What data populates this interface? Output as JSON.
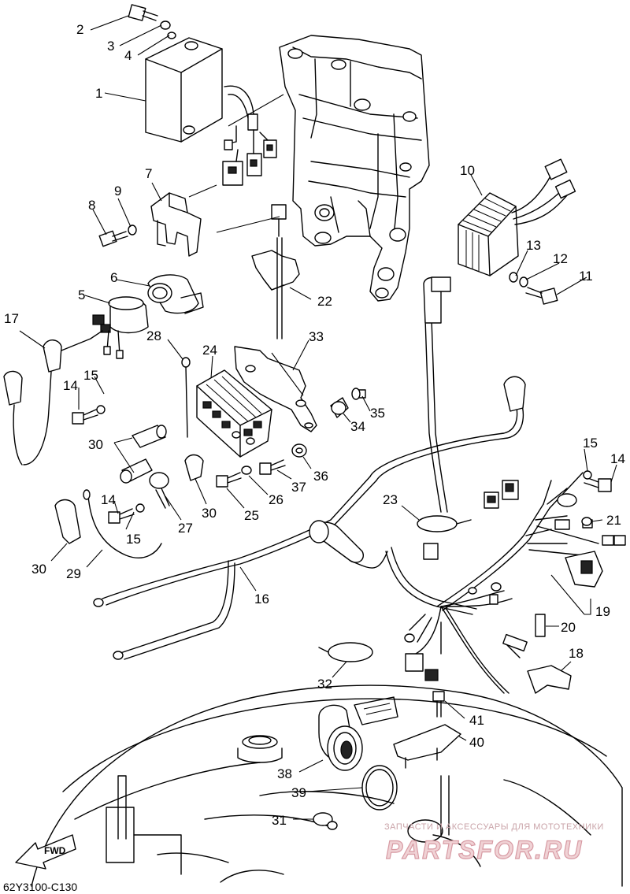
{
  "diagram": {
    "code": "62Y3100-C130",
    "fwd_label": "FWD",
    "watermark": {
      "line1": "ЗАПЧАСТИ И АКСЕССУАРЫ ДЛЯ МОТОТЕХНИКИ",
      "line2": "PARTSFOR.RU"
    },
    "callouts": [
      "1",
      "2",
      "3",
      "4",
      "5",
      "6",
      "7",
      "8",
      "9",
      "10",
      "11",
      "12",
      "13",
      "14",
      "14",
      "14",
      "15",
      "15",
      "15",
      "16",
      "17",
      "18",
      "19",
      "20",
      "21",
      "22",
      "23",
      "24",
      "25",
      "26",
      "27",
      "28",
      "29",
      "30",
      "30",
      "30",
      "30",
      "31",
      "32",
      "33",
      "34",
      "35",
      "36",
      "37",
      "38",
      "39",
      "40",
      "41"
    ]
  }
}
